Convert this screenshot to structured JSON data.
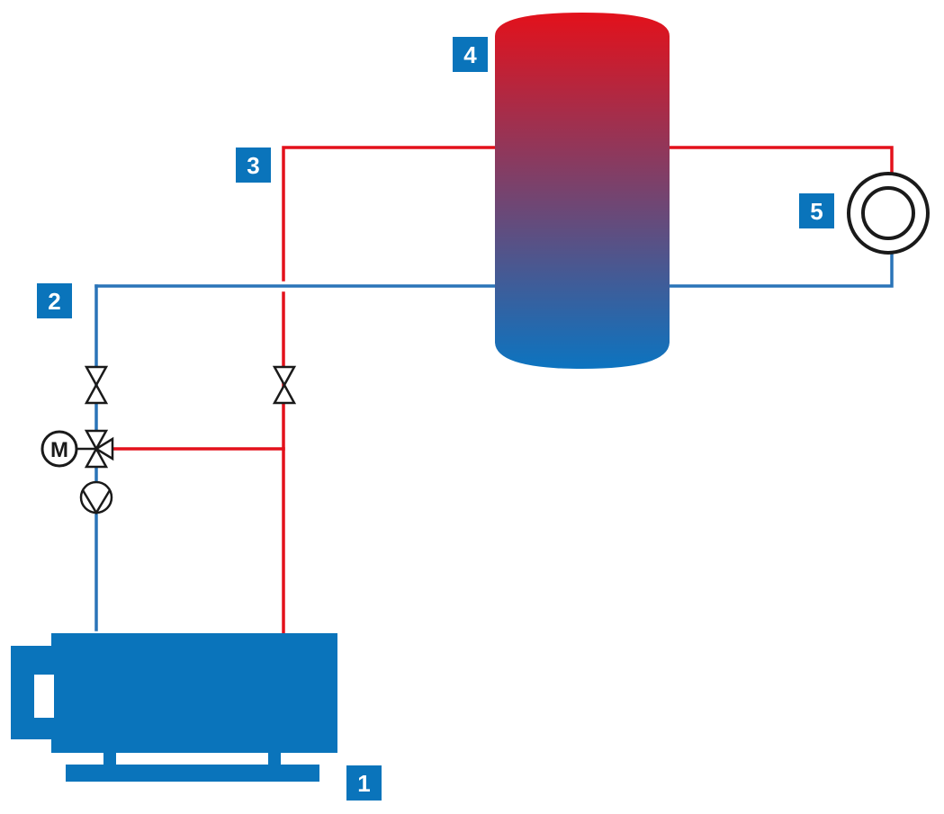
{
  "labels": {
    "engine": "1",
    "return_line": "2",
    "flow_line": "3",
    "storage_tank": "4",
    "consumer": "5"
  },
  "motor_symbol": "M",
  "colors": {
    "flow": "#e3111b",
    "return": "#2a74b8",
    "engine": "#0a74bb",
    "label_box": "#0a74bb",
    "tank_top": "#e3111b",
    "tank_bottom": "#0c74c0",
    "symbol_stroke": "#1a1a1a"
  },
  "icons": {
    "engine": "engine-icon",
    "tank": "buffer-tank-icon",
    "consumer": "heat-consumer-icon",
    "pump": "pump-icon",
    "valve": "valve-icon",
    "three_way_valve": "three-way-valve-icon",
    "motor": "motor-icon"
  }
}
